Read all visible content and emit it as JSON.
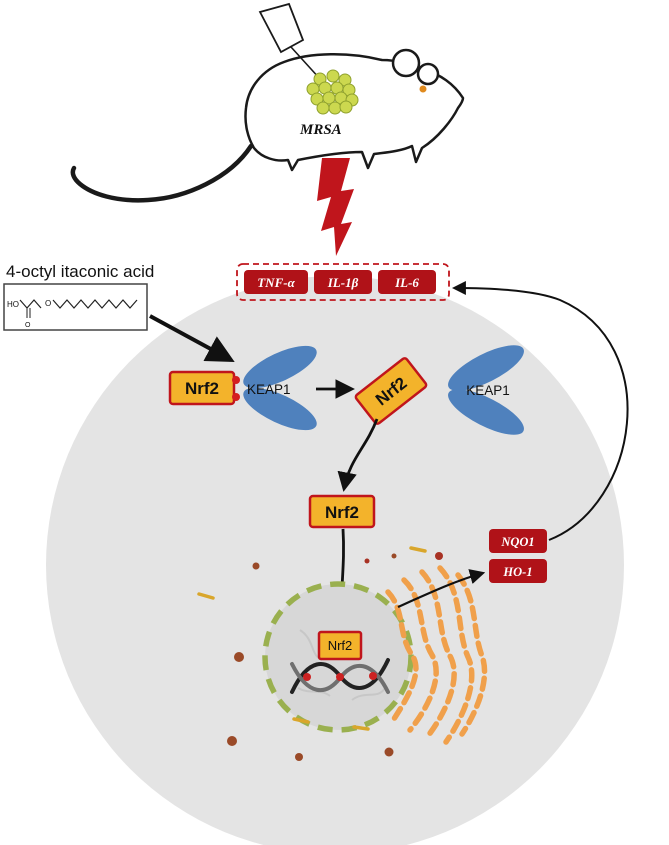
{
  "figure": {
    "compound_label": "4-octyl itaconic acid",
    "mrsa_label": "MRSA"
  },
  "cytokines": {
    "items": [
      {
        "label": "TNF-α"
      },
      {
        "label": "IL-1β"
      },
      {
        "label": "IL-6"
      }
    ]
  },
  "pathway": {
    "nrf2_bound": "Nrf2",
    "keap1_bound": "KEAP1",
    "nrf2_free": "Nrf2",
    "keap1_free": "KEAP1",
    "nrf2_cytosol": "Nrf2",
    "nrf2_nucleus": "Nrf2",
    "nqo1": "NQO1",
    "ho1": "HO-1"
  },
  "chemistry": {
    "hydroxyl": "HO",
    "carbonyl_o": "O",
    "ester_o": "O"
  },
  "palette": {
    "cytokine_red": "#b01218",
    "lightning_red": "#c0151c",
    "nrf2_yellow": "#f3b32b",
    "keap1_blue": "#4f81bd",
    "nucleus_green": "#9ab04f",
    "er_orange": "#f0a04b",
    "cell_gray": "#e4e4e4",
    "nucleus_gray": "#d7d7d7",
    "bacteria_green": "#ccd84f",
    "eye_orange": "#e08a1e"
  },
  "icons": {
    "syringe": "syringe-icon",
    "bacteria": "bacteria-cluster-icon",
    "lightning": "lightning-bolt-icon",
    "mouse": "mouse-illustration",
    "dna": "dna-helix-icon",
    "endoplasmic_reticulum": "endoplasmic-reticulum-icon"
  }
}
